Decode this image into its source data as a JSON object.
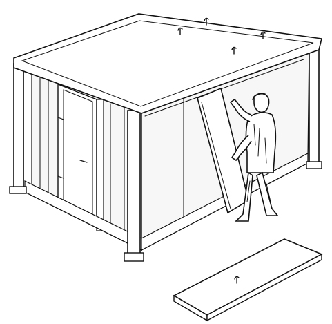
{
  "illustration": {
    "subject": "cold-room-panel-assembly",
    "colors": {
      "ink": "#111111",
      "paper": "#ffffff",
      "panel": "#f7f7f7",
      "shade": "#d9d9d9"
    },
    "icons": [
      "cold-room-frame",
      "door",
      "worker-figure",
      "loose-panel",
      "panel-lock-mark"
    ]
  }
}
